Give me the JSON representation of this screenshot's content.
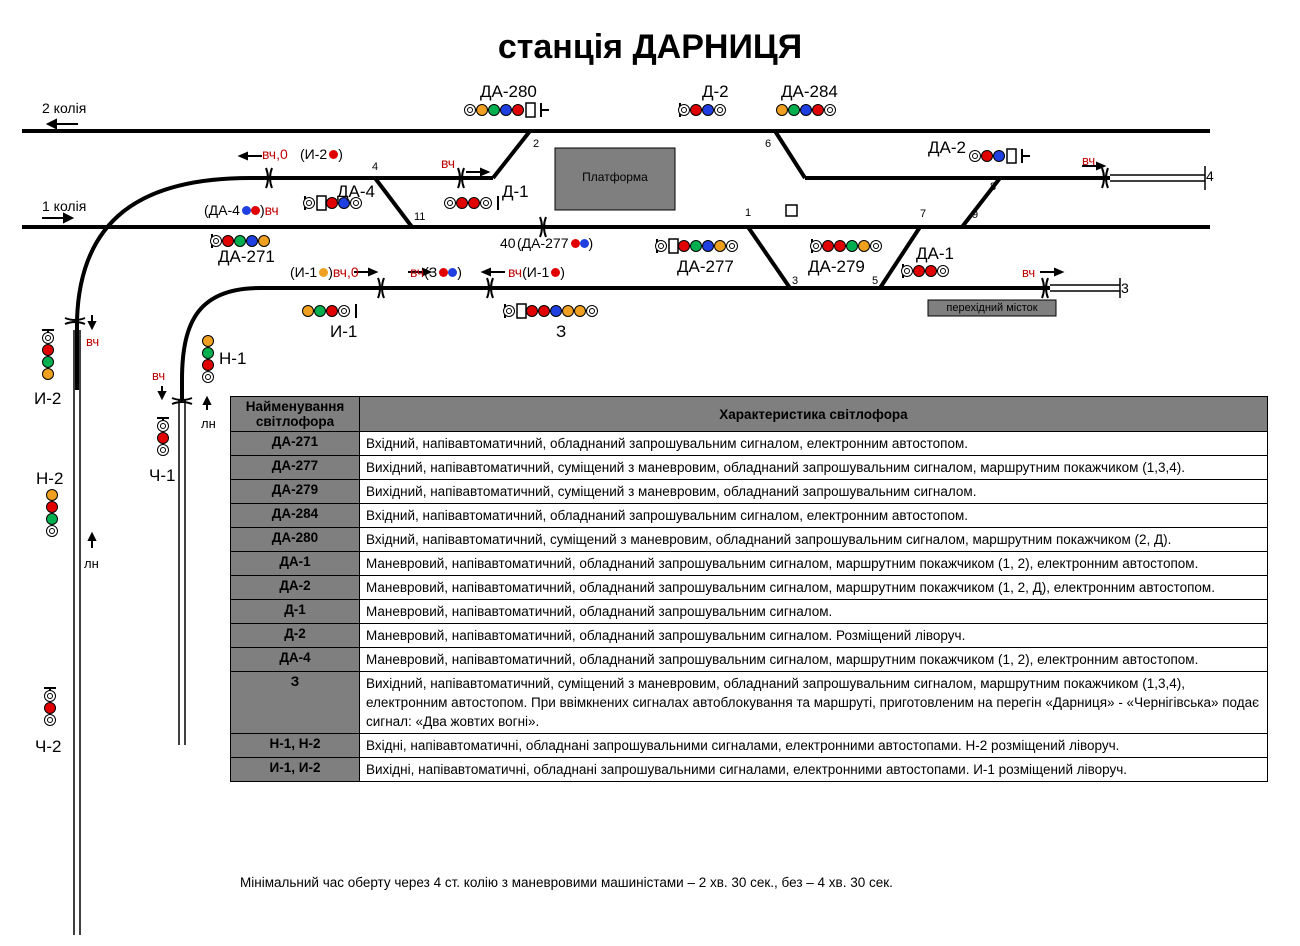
{
  "title": "станція ДАРНИЦЯ",
  "tracks": {
    "track2": "2 колія",
    "track1": "1 колія",
    "track4": "4",
    "track3": "3",
    "track40": "40"
  },
  "switches": [
    "1",
    "2",
    "3",
    "4",
    "5",
    "6",
    "7",
    "8",
    "9",
    "11"
  ],
  "signals": {
    "da280": "ДА-280",
    "d2": "Д-2",
    "da284": "ДА-284",
    "da2": "ДА-2",
    "da4": "ДА-4",
    "d1": "Д-1",
    "da271": "ДА-271",
    "da277": "ДА-277",
    "da279": "ДА-279",
    "da1": "ДА-1",
    "i1": "И-1",
    "z": "З",
    "i2": "И-2",
    "n1": "Н-1",
    "n2": "Н-2",
    "ch1": "Ч-1",
    "ch2": "Ч-2"
  },
  "platforms": {
    "platform": "Платформа",
    "bridge": "перехідний місток"
  },
  "notes": {
    "vch": "вч",
    "vch0": "вч,0",
    "ln": "лн",
    "i2paren": "(И-2",
    "da4paren": "(ДА-4",
    "da277paren": "(ДА-277",
    "i1paren": "(И-1",
    "i1paren_right": "(И-1",
    "zparen": "(З",
    "close": ")",
    "zero": "0"
  },
  "colors": {
    "red": "#e00000",
    "green": "#00b050",
    "blue": "#1f3fe0",
    "yellow": "#f0a020",
    "track": "#000000",
    "grey": "#7f7f7f",
    "note_red": "#c00000"
  },
  "table": {
    "header_name": "Найменування світлофора",
    "header_desc": "Характеристика світлофора",
    "rows": [
      {
        "name": "ДА-271",
        "desc": "Вхідний, напівавтоматичний, обладнаний запрошувальним сигналом, електронним автостопом."
      },
      {
        "name": "ДА-277",
        "desc": "Вихідний, напівавтоматичний, суміщений з маневровим, обладнаний запрошувальним сигналом, маршрутним покажчиком (1,3,4)."
      },
      {
        "name": "ДА-279",
        "desc": "Вихідний, напівавтоматичний, суміщений з маневровим, обладнаний запрошувальним сигналом."
      },
      {
        "name": "ДА-284",
        "desc": "Вхідний, напівавтоматичний, обладнаний запрошувальним сигналом, електронним автостопом."
      },
      {
        "name": "ДА-280",
        "desc": "Вхідний, напівавтоматичний, суміщений з маневровим, обладнаний запрошувальним сигналом, маршрутним покажчиком (2, Д)."
      },
      {
        "name": "ДА-1",
        "desc": "Маневровий, напівавтоматичний, обладнаний запрошувальним сигналом, маршрутним покажчиком (1, 2), електронним автостопом."
      },
      {
        "name": "ДА-2",
        "desc": "Маневровий, напівавтоматичний, обладнаний запрошувальним сигналом, маршрутним покажчиком (1, 2, Д), електронним автостопом."
      },
      {
        "name": "Д-1",
        "desc": "Маневровий, напівавтоматичний, обладнаний запрошувальним сигналом."
      },
      {
        "name": "Д-2",
        "desc": "Маневровий, напівавтоматичний, обладнаний запрошувальним сигналом. Розміщений ліворуч."
      },
      {
        "name": "ДА-4",
        "desc": "Маневровий, напівавтоматичний, обладнаний запрошувальним сигналом, маршрутним покажчиком (1, 2), електронним автостопом."
      },
      {
        "name": "З",
        "desc": "Вихідний, напівавтоматичний, суміщений з маневровим, обладнаний запрошувальним сигналом, маршрутним покажчиком (1,3,4), електронним автостопом. При ввімкнених сигналах автоблокування та маршруті, приготовленим на перегін «Дарниця» - «Чернігівська» подає сигнал: «Два жовтих вогні»."
      },
      {
        "name": "Н-1, Н-2",
        "desc": "Вхідні, напівавтоматичні, обладнані запрошувальними сигналами, електронними автостопами. Н-2 розміщений ліворуч."
      },
      {
        "name": "И-1, И-2",
        "desc": "Вихідні, напівавтоматичні, обладнані запрошувальними сигналами, електронними автостопами. И-1 розміщений ліворуч."
      }
    ]
  },
  "footnote": "Мінімальний час оберту через 4 ст. колію з маневровими машиністами – 2 хв. 30 сек., без – 4 хв. 30 сек."
}
